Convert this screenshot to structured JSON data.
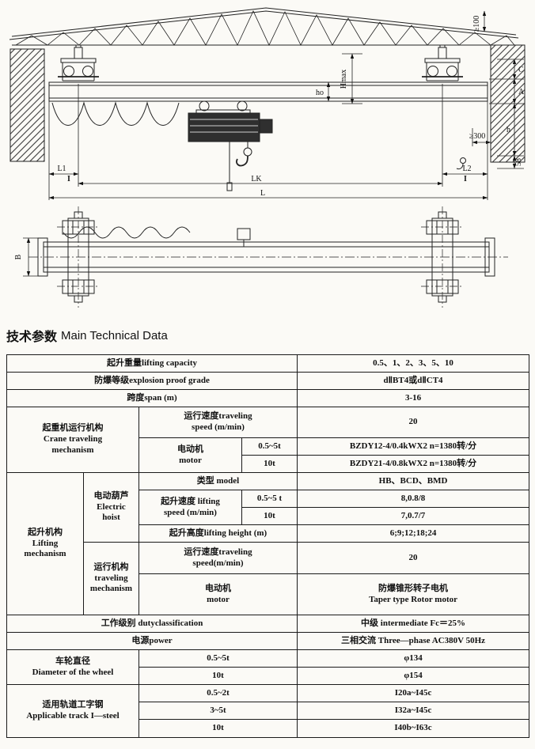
{
  "header": {
    "title_zh": "技术参数",
    "title_en": "Main Technical Data"
  },
  "colors": {
    "paper": "#fbfaf6",
    "ink": "#1a1a1a"
  },
  "drawing": {
    "dim_ge100": "≥100",
    "dim_hmax": "Hmax",
    "dim_ho": "ho",
    "dim_c": "C",
    "dim_a": "A",
    "dim_h": "h",
    "dim_58": "58",
    "dim_ge300": "≥300",
    "dim_l1": "L1",
    "dim_l2": "L2",
    "dim_lk": "LK",
    "dim_l": "L",
    "mark_i_left": "I",
    "mark_i_right": "I",
    "dim_b": "B"
  },
  "table": {
    "lifting_capacity_label": "起升重量lifting capacity",
    "lifting_capacity_value": "0.5、1、2、3、5、10",
    "explosion_label": "防爆等级explosion proof grade",
    "explosion_value": "dⅡBT4或dⅡCT4",
    "span_label": "跨度span (m)",
    "span_value": "3-16",
    "crane_trav_label": "起重机运行机构\nCrane traveling\nmechanism",
    "crane_trav_speed_label": "运行速度traveling\nspeed (m/min)",
    "crane_trav_speed_value": "20",
    "crane_trav_motor_label": "电动机\nmotor",
    "crane_trav_motor_row1_cap": "0.5~5t",
    "crane_trav_motor_row1_value": "BZDY12-4/0.4kWX2  n=1380转/分",
    "crane_trav_motor_row2_cap": "10t",
    "crane_trav_motor_row2_value": "BZDY21-4/0.8kWX2  n=1380转/分",
    "lifting_mech_label": "起升机构\nLifting\nmechanism",
    "hoist_label": "电动葫芦\nElectric\nhoist",
    "hoist_model_label": "类型  model",
    "hoist_model_value": "HB、BCD、BMD",
    "hoist_speed_label": "起升速度 lifting\nspeed (m/min)",
    "hoist_speed_row1_cap": "0.5~5 t",
    "hoist_speed_row1_value": "8,0.8/8",
    "hoist_speed_row2_cap": "10t",
    "hoist_speed_row2_value": "7,0.7/7",
    "lifting_height_label": "起升高度lifting height (m)",
    "lifting_height_value": "6;9;12;18;24",
    "trav_mech_label": "运行机构\ntraveling\nmechanism",
    "trav_speed_label": "运行速度traveling\nspeed(m/min)",
    "trav_speed_value": "20",
    "trav_motor_label": "电动机\nmotor",
    "trav_motor_value": "防爆锥形转子电机\nTaper type Rotor motor",
    "duty_label": "工作级别  dutyclassification",
    "duty_value": "中级 intermediate Fc＝25%",
    "power_label": "电源power",
    "power_value": "三相交流  Three—phase AC380V 50Hz",
    "wheel_label": "车轮直径\nDiameter of the wheel",
    "wheel_row1_cap": "0.5~5t",
    "wheel_row1_value": "φ134",
    "wheel_row2_cap": "10t",
    "wheel_row2_value": "φ154",
    "track_label": "适用轨道工字钢\nApplicable track I—steel",
    "track_row1_cap": "0.5~2t",
    "track_row1_value": "I20a~I45c",
    "track_row2_cap": "3~5t",
    "track_row2_value": "I32a~I45c",
    "track_row3_cap": "10t",
    "track_row3_value": "I40b~I63c"
  }
}
